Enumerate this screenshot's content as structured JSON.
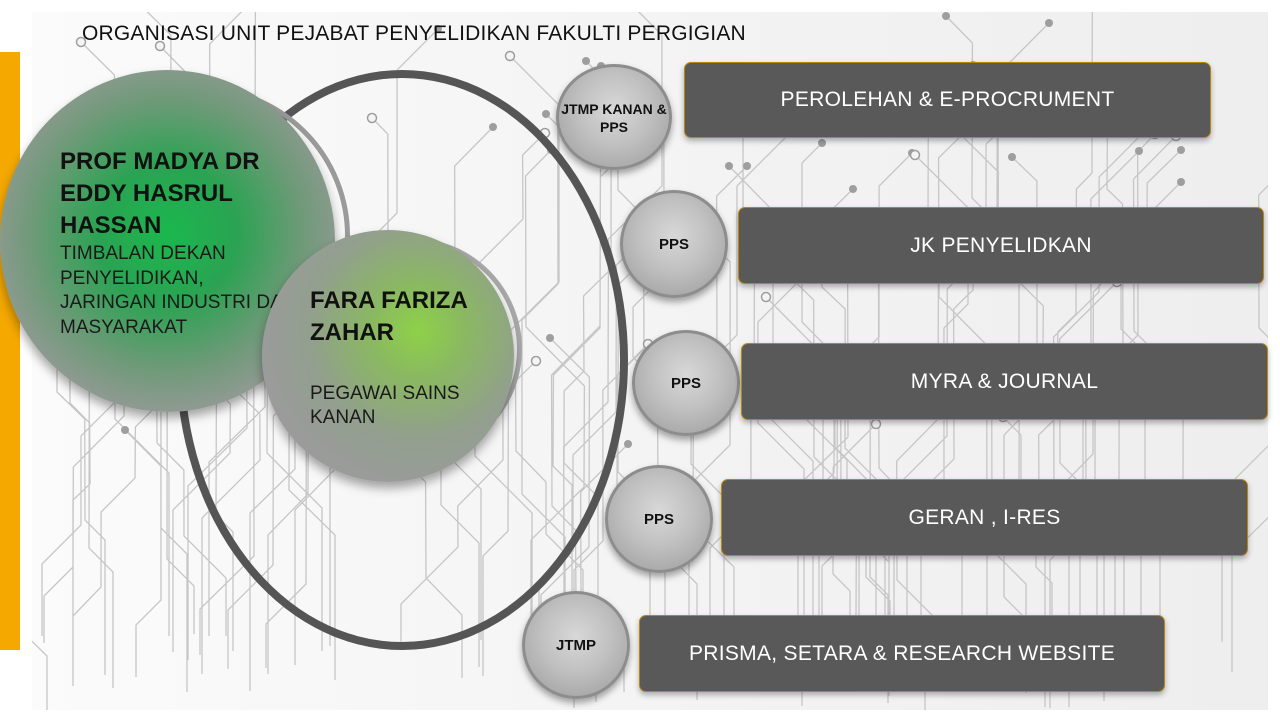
{
  "title": "ORGANISASI UNIT PEJABAT PENYELIDIKAN FAKULTI PERGIGIAN",
  "colors": {
    "accent": "#f4a800",
    "box": "#595959",
    "box_border": "#b8860b",
    "head_green": "#1ab84e",
    "staff_green": "#8ed148"
  },
  "head": {
    "name": "PROF MADYA DR EDDY HASRUL HASSAN",
    "role": "TIMBALAN DEKAN PENYELIDIKAN, JARINGAN INDUSTRI DAN MASYARAKAT"
  },
  "staff": {
    "name": "FARA FARIZA ZAHAR",
    "role": "PEGAWAI SAINS KANAN"
  },
  "units": [
    {
      "badge": "JTMP KANAN & PPS",
      "label": "PEROLEHAN & E-PROCRUMENT"
    },
    {
      "badge": "PPS",
      "label": "JK PENYELIDKAN"
    },
    {
      "badge": "PPS",
      "label": "MYRA & JOURNAL"
    },
    {
      "badge": "PPS",
      "label": "GERAN , I-RES"
    },
    {
      "badge": "JTMP",
      "label": "PRISMA, SETARA & RESEARCH WEBSITE"
    }
  ]
}
